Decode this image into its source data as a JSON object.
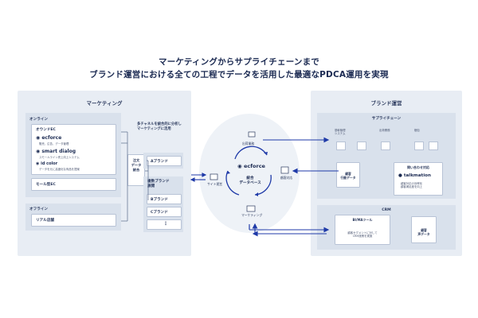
{
  "title_line1": "マーケティングからサプライチェーンまで",
  "title_line2": "ブランド運営における全ての工程でデータを活用した最適なPDCA運用を実現",
  "left": {
    "header": "マーケティング",
    "online_label": "オンライン",
    "own_ec_label": "オウンドEC",
    "ecforce": "ecforce",
    "ecforce_sub": "販売、広告、データ管理",
    "smart_dialog": "smart dialog",
    "smart_dialog_sub": "スモールライン売上向上システム",
    "id_color": "id color",
    "id_color_sub": "データを元に高度化な商品を提案",
    "mall_ec": "モール型EC",
    "offline_label": "オフライン",
    "real_store": "リアル店舗",
    "order_box": "注文\nデータ\n統合",
    "multichannel_note": "多チャネルを統合的に分析し\nマーケティングに活用",
    "brand_a": "Aブランド",
    "multi_brand": "複数ブランド\n展開",
    "brand_b": "Bブランド",
    "brand_c": "Cブランド",
    "ellipsis": "⋮"
  },
  "center": {
    "order_site": "サイト運営",
    "ad_delivery": "出荷業務",
    "ecforce": "ecforce",
    "integrated": "統合\nデータベース",
    "customer_support": "顧客対応",
    "marketing": "マーケティング"
  },
  "right": {
    "header": "ブランド運営",
    "supply_chain": "サプライチェーン",
    "sc_step1": "基幹管理\nシステム",
    "sc_step2": "出荷業務",
    "sc_step3": "梱包",
    "customer_data": "顧客\n行動データ",
    "talk_header": "問い合わせ対応",
    "talkmation": "talkmation",
    "talk_sub": "顧客対応の効率化\n顧客満足度を向上",
    "crm": "CRM",
    "bima": "BI/MAツール",
    "bima_sub": "顧客セグメントに対して\nCRM施策を実施",
    "customer_db": "顧客\n声データ"
  },
  "colors": {
    "accent": "#1f3aa8",
    "panel": "#e8edf4",
    "subpanel": "#d9e1ec",
    "text": "#1b2a52"
  }
}
